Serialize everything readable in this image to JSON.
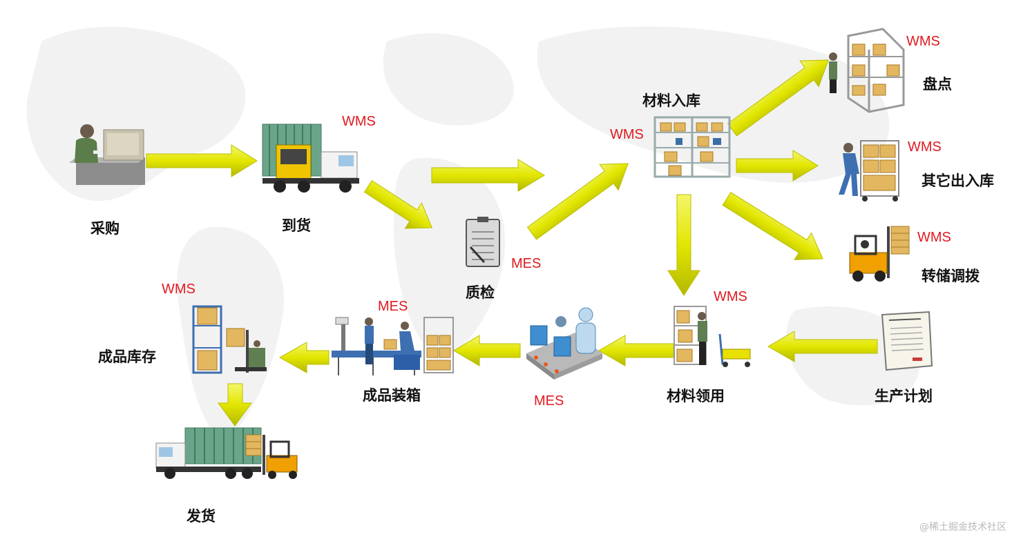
{
  "colors": {
    "arrow_fill": "#e6ea00",
    "arrow_stroke": "#b9bd00",
    "system_tag": "#e0191f",
    "label": "#111111",
    "map_background": "#f2f2f2"
  },
  "nodes": {
    "purchase": {
      "label": "采购",
      "icon": "person-at-computer-icon"
    },
    "arrival": {
      "label": "到货",
      "icon": "container-truck-icon",
      "system": "WMS"
    },
    "inspection": {
      "label": "质检",
      "icon": "clipboard-icon",
      "system": "MES"
    },
    "material_inbound": {
      "label": "材料入库",
      "icon": "storage-shelf-icon",
      "system": "WMS"
    },
    "stocktake": {
      "label": "盘点",
      "icon": "warehouse-rack-worker-icon",
      "system": "WMS"
    },
    "other_in_out": {
      "label": "其它出入库",
      "icon": "worker-pushing-cart-icon",
      "system": "WMS"
    },
    "transfer": {
      "label": "转储调拨",
      "icon": "forklift-icon",
      "system": "WMS"
    },
    "material_issue": {
      "label": "材料领用",
      "icon": "shelf-worker-hand-truck-icon",
      "system": "WMS"
    },
    "production_plan": {
      "label": "生产计划",
      "icon": "plan-document-icon"
    },
    "production": {
      "icon": "assembly-robot-icon",
      "system": "MES"
    },
    "finished_packing": {
      "label": "成品装箱",
      "icon": "packing-line-icon",
      "system": "MES"
    },
    "finished_stock": {
      "label": "成品库存",
      "icon": "finished-goods-shelf-icon",
      "system": "WMS"
    },
    "shipment": {
      "label": "发货",
      "icon": "delivery-truck-forklift-icon"
    }
  },
  "watermark": "@稀土掘金技术社区"
}
